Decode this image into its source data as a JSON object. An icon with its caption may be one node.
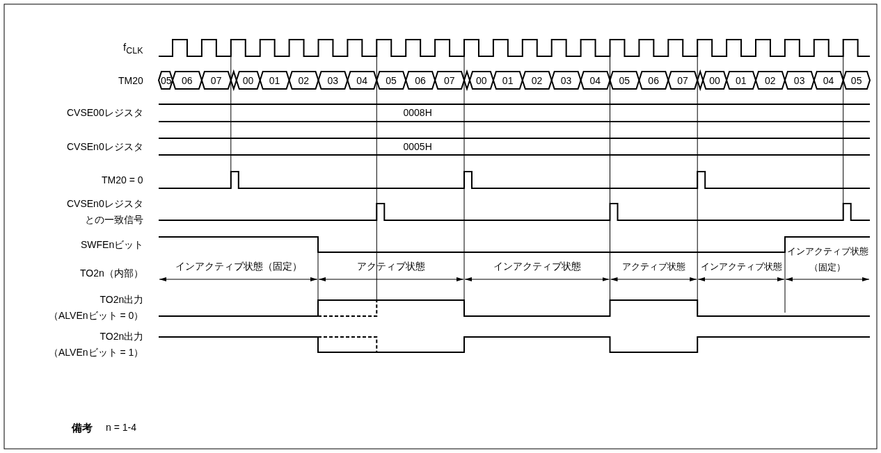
{
  "diagram": {
    "labels": [
      "f$_{CLK}$",
      "TM20",
      "05",
      "06",
      "07",
      "00",
      "01",
      "02",
      "03",
      "04",
      "05",
      "06",
      "07",
      "00",
      "01",
      "02",
      "03",
      "04",
      "05",
      "06",
      "07",
      "00",
      "01",
      "02",
      "03",
      "04",
      "05",
      "CVSE00レジスタ",
      "0008H",
      "CVSEn0レジスタ",
      "0005H",
      "TM20 = 0",
      "CVSEn0レジスタとの一致信号",
      "SWFEnビット",
      "TO2n（内部）",
      "インアクティブ状態（固定）",
      "アクティブ状態",
      "インアクティブ状態",
      "アクティブ状態",
      "インアクティブ状態",
      "インアクティブ状態（固定）",
      "TO2n出力（ALVEnビット = 0）",
      "TO2n出力（ALVEnビット = 1）",
      "備考",
      "n = 1-4"
    ]
  }
}
